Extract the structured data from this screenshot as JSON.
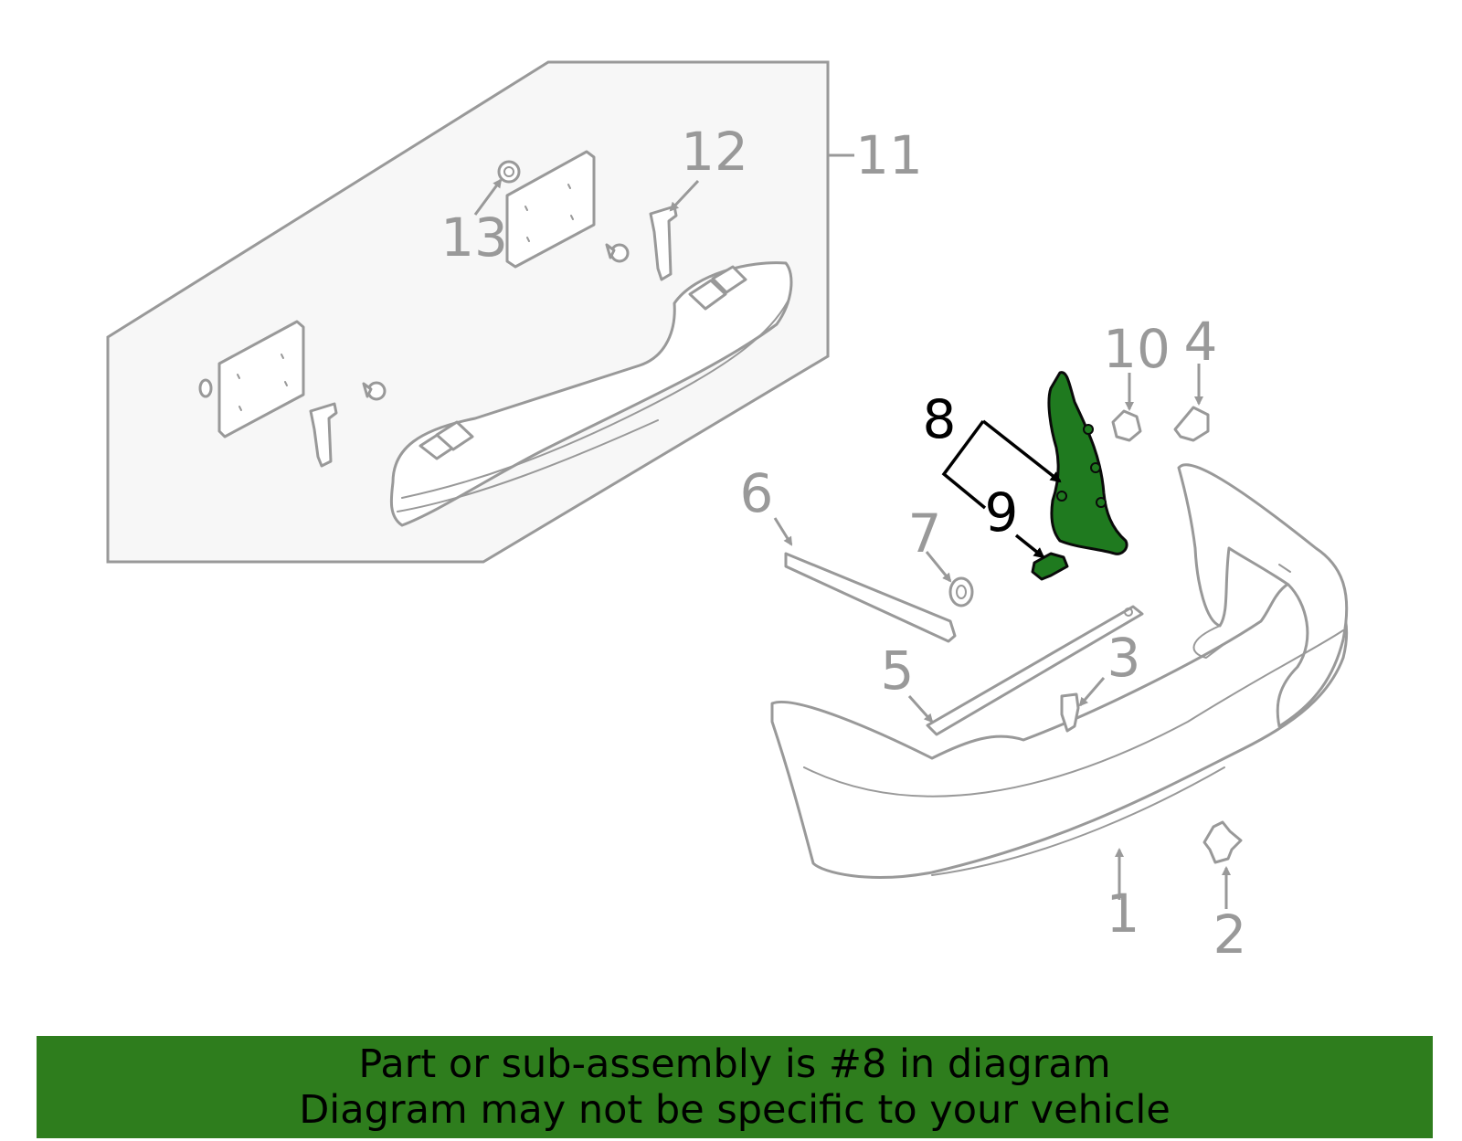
{
  "callouts": {
    "c1": "1",
    "c2": "2",
    "c3": "3",
    "c4": "4",
    "c5": "5",
    "c6": "6",
    "c7": "7",
    "c8": "8",
    "c9": "9",
    "c10": "10",
    "c11": "11",
    "c12": "12",
    "c13": "13"
  },
  "highlighted_part": "8",
  "banner": {
    "line1": "Part or sub-assembly is #8 in diagram",
    "line2": "Diagram may not be specific to your vehicle"
  },
  "colors": {
    "line_gray": "#999999",
    "panel_fill": "#f7f7f7",
    "highlight_green": "#1f7a1f",
    "banner_green": "#2e7d1d",
    "text_black": "#000000"
  }
}
